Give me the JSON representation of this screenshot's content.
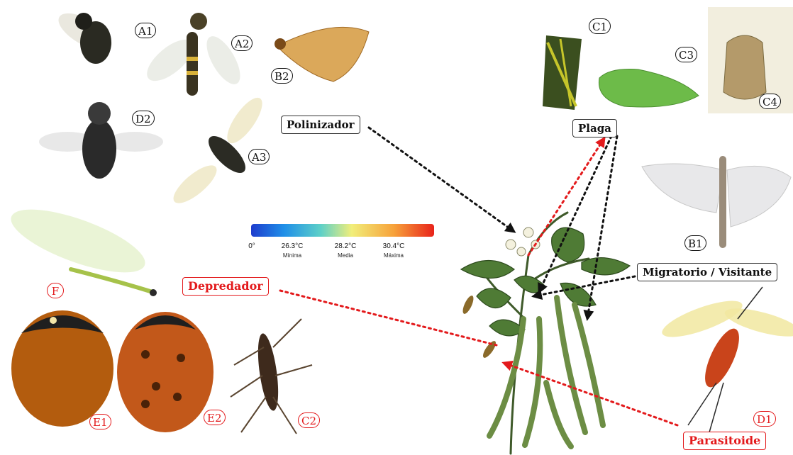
{
  "roles": {
    "polinizador": "Polinizador",
    "plaga": "Plaga",
    "migratorio": "Migratorio / Visitante",
    "depredador": "Depredador",
    "parasitoide": "Parasitoide"
  },
  "specimens": {
    "A1": "A1",
    "A2": "A2",
    "A3": "A3",
    "B1": "B1",
    "B2": "B2",
    "C1": "C1",
    "C2": "C2",
    "C3": "C3",
    "C4": "C4",
    "D1": "D1",
    "D2": "D2",
    "E1": "E1",
    "E2": "E2",
    "F": "F"
  },
  "temperature_legend": {
    "zero": "0°",
    "min_value": "26.3°C",
    "min_label": "Mínima",
    "mid_value": "28.2°C",
    "mid_label": "Media",
    "max_value": "30.4°C",
    "max_label": "Máxima",
    "gradient_colors": [
      "#1e3ccd",
      "#1f8fe8",
      "#5dd0c8",
      "#f1ee7a",
      "#f7a23a",
      "#e8231a"
    ]
  },
  "colors": {
    "black_arrow": "#111111",
    "red_arrow": "#e31a1c"
  }
}
